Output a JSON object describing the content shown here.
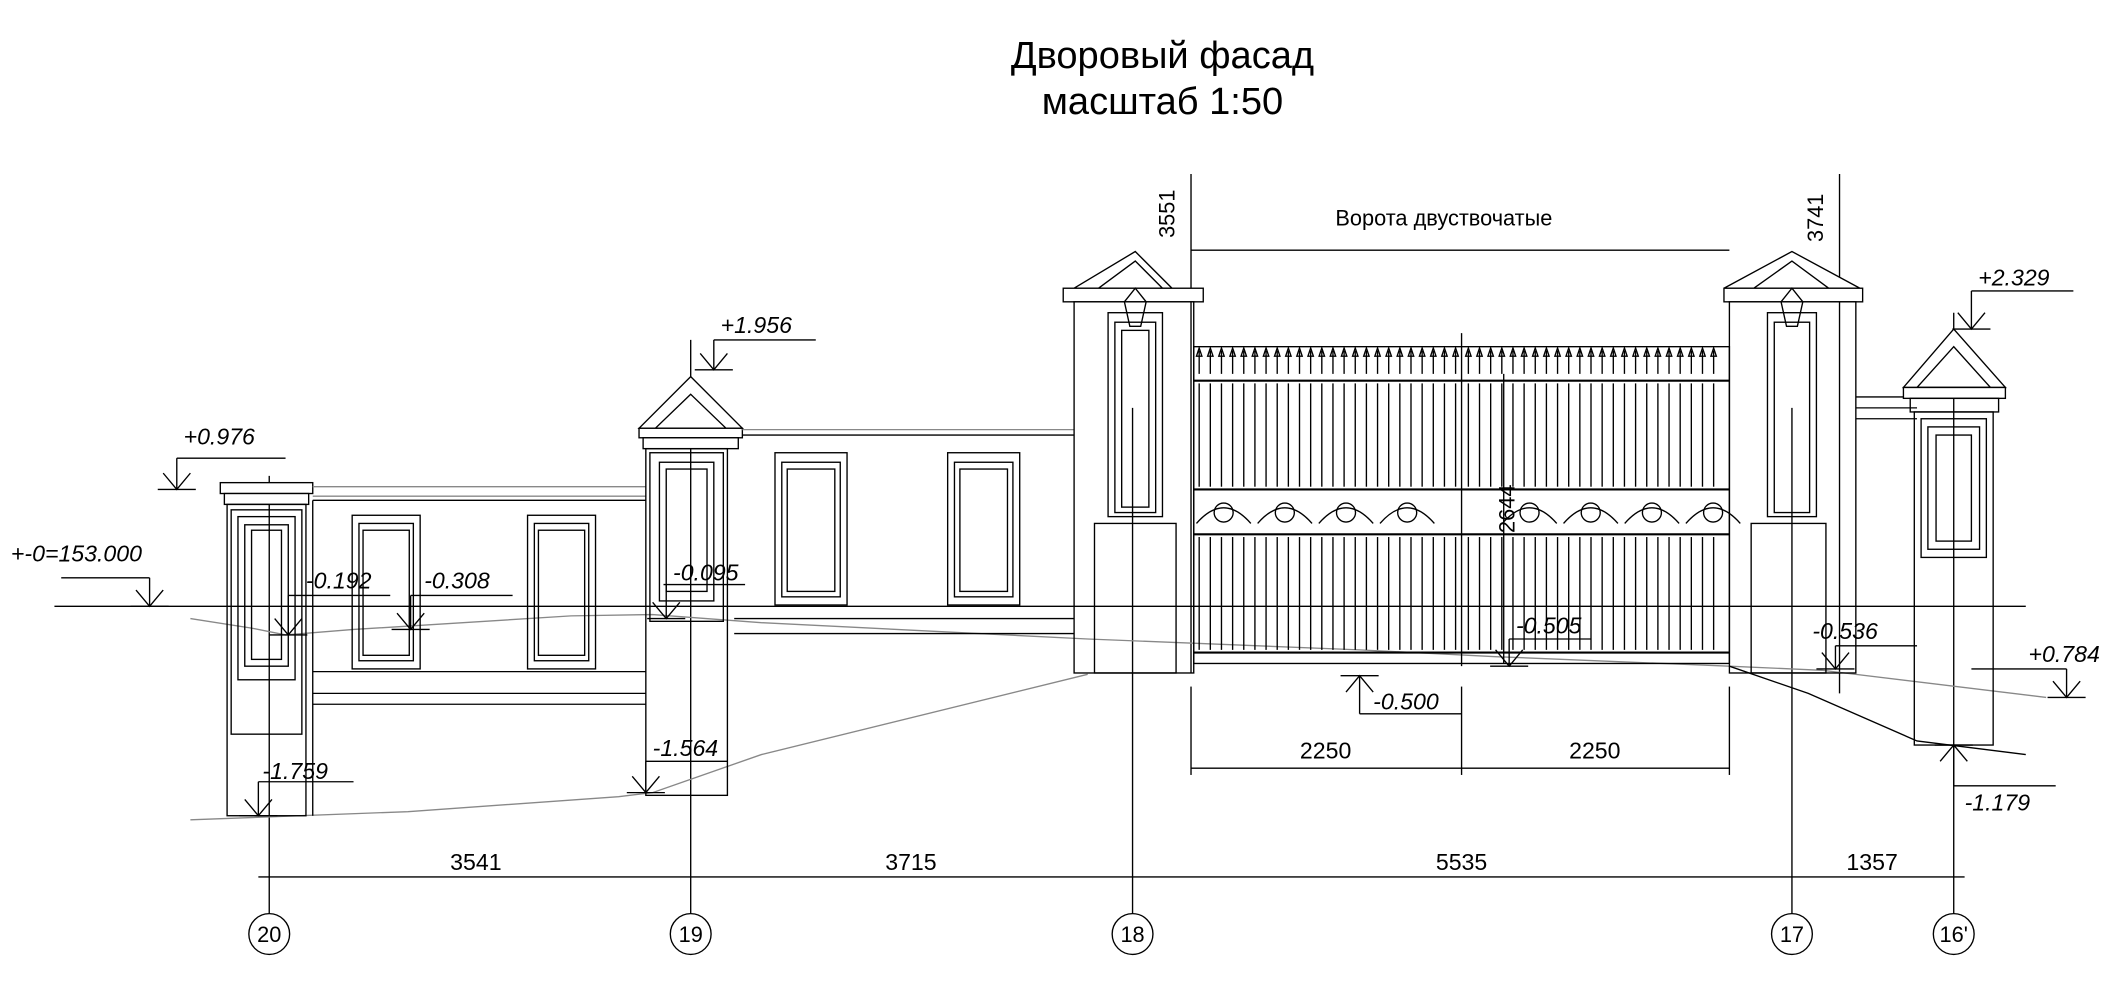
{
  "title": {
    "line1": "Дворовый фасад",
    "line2": "масштаб 1:50"
  },
  "gate_label": "Ворота   двуствочатые",
  "overall_heights": {
    "left": "3551",
    "right": "3741"
  },
  "gate_height": "2644",
  "gate_leaf_widths": [
    "2250",
    "2250"
  ],
  "levels": {
    "datum": "+-0=153.000",
    "p20_top": "+0.976",
    "p20_bottom": "-1.759",
    "w1": "-0.192",
    "w2": "-0.308",
    "p19_top": "+1.956",
    "p19_base": "-0.095",
    "p19_bottom": "-1.564",
    "gate_in": "-0.505",
    "gate_out": "-0.500",
    "p17_base": "-0.536",
    "p16_top": "+2.329",
    "p16_right": "+0.784",
    "p16_bottom": "-1.179"
  },
  "axis_dimensions": [
    "3541",
    "3715",
    "5535",
    "1357"
  ],
  "axes": [
    "20",
    "19",
    "18",
    "17",
    "16'"
  ]
}
